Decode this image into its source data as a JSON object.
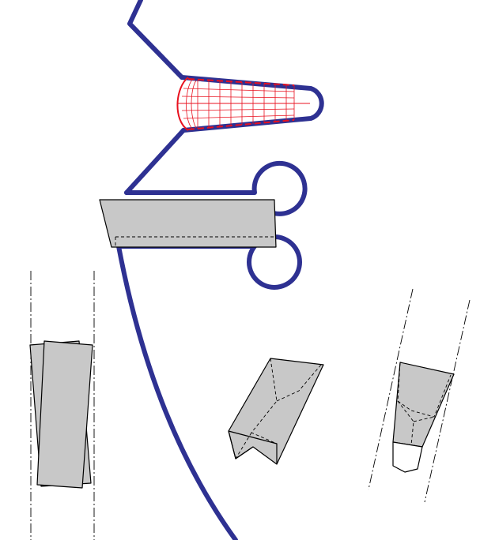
{
  "colors": {
    "background": "#ffffff",
    "blade_outline": "#2e3192",
    "tooth_fill": "#c8c8c8",
    "tooth_stroke": "#000000",
    "cutter_highlight": "#e8111f",
    "hidden_line": "#000000"
  },
  "elements": {
    "blade_outline": "saw-blade-profile",
    "highlighted_cutter": "red-cylindrical-cutter",
    "insert_pocket": "gray-insert-pocket",
    "tooth_front_view": "tooth-front-view",
    "tooth_angled_view_1": "tooth-angled-view",
    "tooth_angled_view_2": "tooth-perspective-view"
  }
}
